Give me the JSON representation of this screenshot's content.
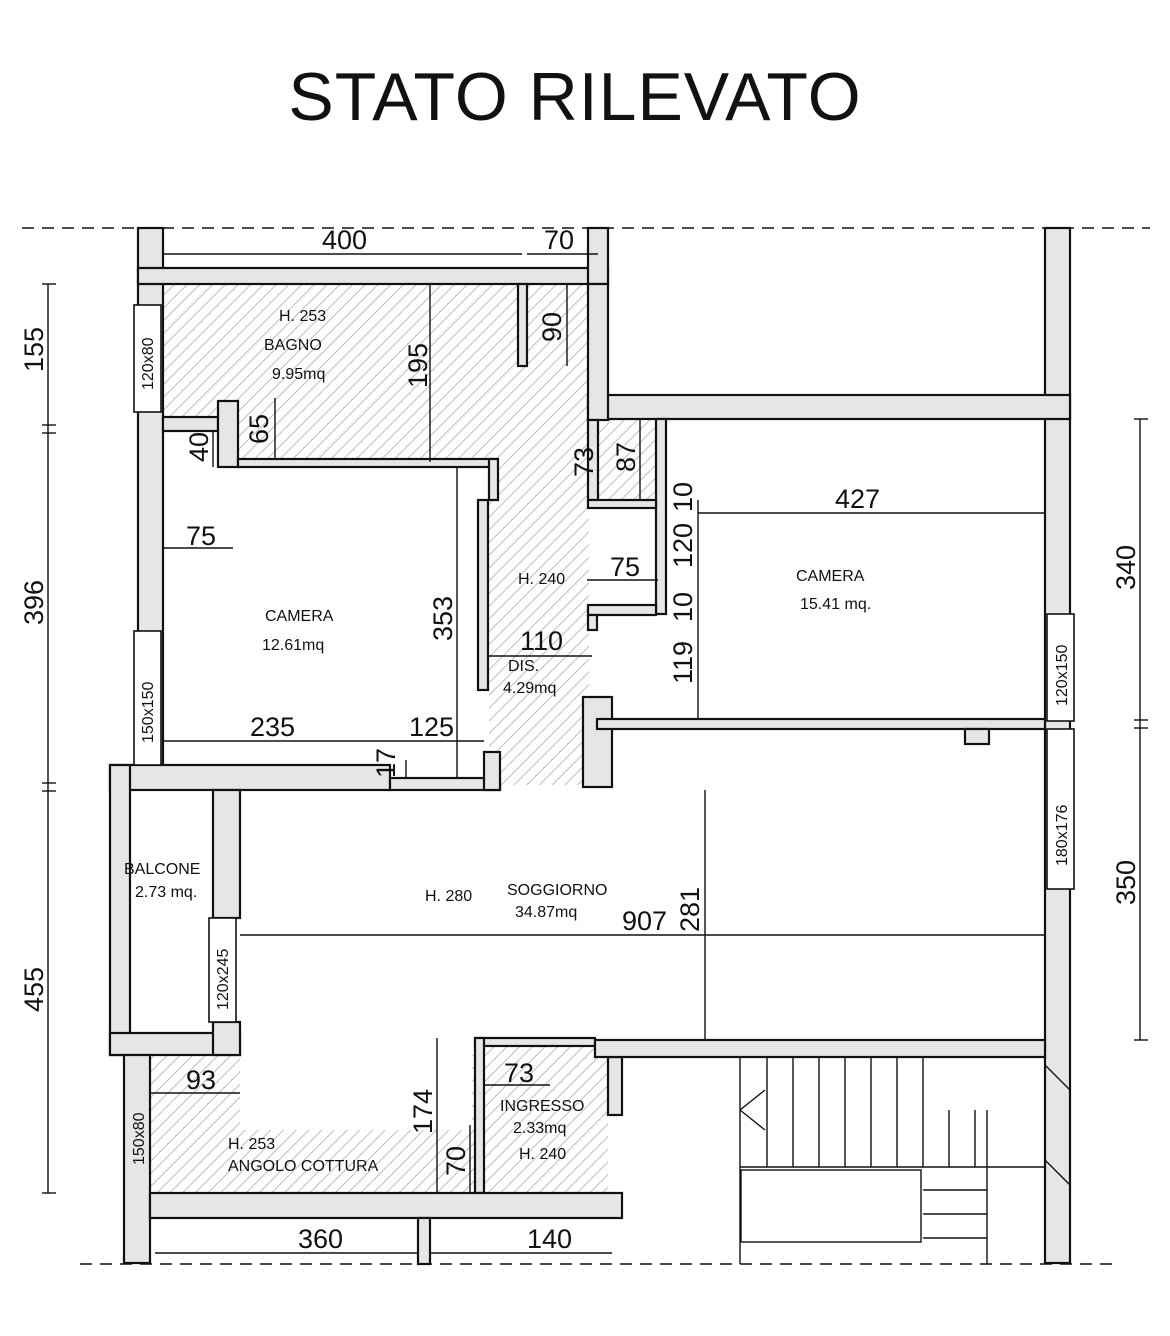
{
  "title": "STATO RILEVATO",
  "rooms": {
    "bagno": {
      "height": "H. 253",
      "name": "BAGNO",
      "area": "9.95mq"
    },
    "camera_left": {
      "name": "CAMERA",
      "area": "12.61mq"
    },
    "dis": {
      "height": "H. 240",
      "name": "DIS.",
      "area": "4.29mq"
    },
    "camera_right": {
      "name": "CAMERA",
      "area": "15.41 mq."
    },
    "balcone": {
      "name": "BALCONE",
      "area": "2.73 mq."
    },
    "soggiorno": {
      "height": "H. 280",
      "name": "SOGGIORNO",
      "area": "34.87mq"
    },
    "ingresso": {
      "name": "INGRESSO",
      "area": "2.33mq",
      "height": "H. 240"
    },
    "angolo": {
      "height": "H. 253",
      "name": "ANGOLO COTTURA"
    }
  },
  "windows": {
    "w1": "120x80",
    "w2": "150x150",
    "w3": "120x245",
    "w4": "150x80",
    "w5": "120x150",
    "w6": "180x176"
  },
  "dimensions": {
    "top_400": "400",
    "top_70": "70",
    "d90": "90",
    "d195": "195",
    "d65": "65",
    "d40": "40",
    "d73a": "73",
    "d87": "87",
    "d10a": "10",
    "d427": "427",
    "d75a": "75",
    "d75b": "75",
    "d120": "120",
    "d10b": "10",
    "d353": "353",
    "d110": "110",
    "d119": "119",
    "d235": "235",
    "d125": "125",
    "d17": "17",
    "d907": "907",
    "d281": "281",
    "d93": "93",
    "d73b": "73",
    "d174": "174",
    "d70": "70",
    "bottom_360": "360",
    "bottom_140": "140",
    "left_155": "155",
    "left_396": "396",
    "left_455": "455",
    "right_340": "340",
    "right_350": "350"
  }
}
